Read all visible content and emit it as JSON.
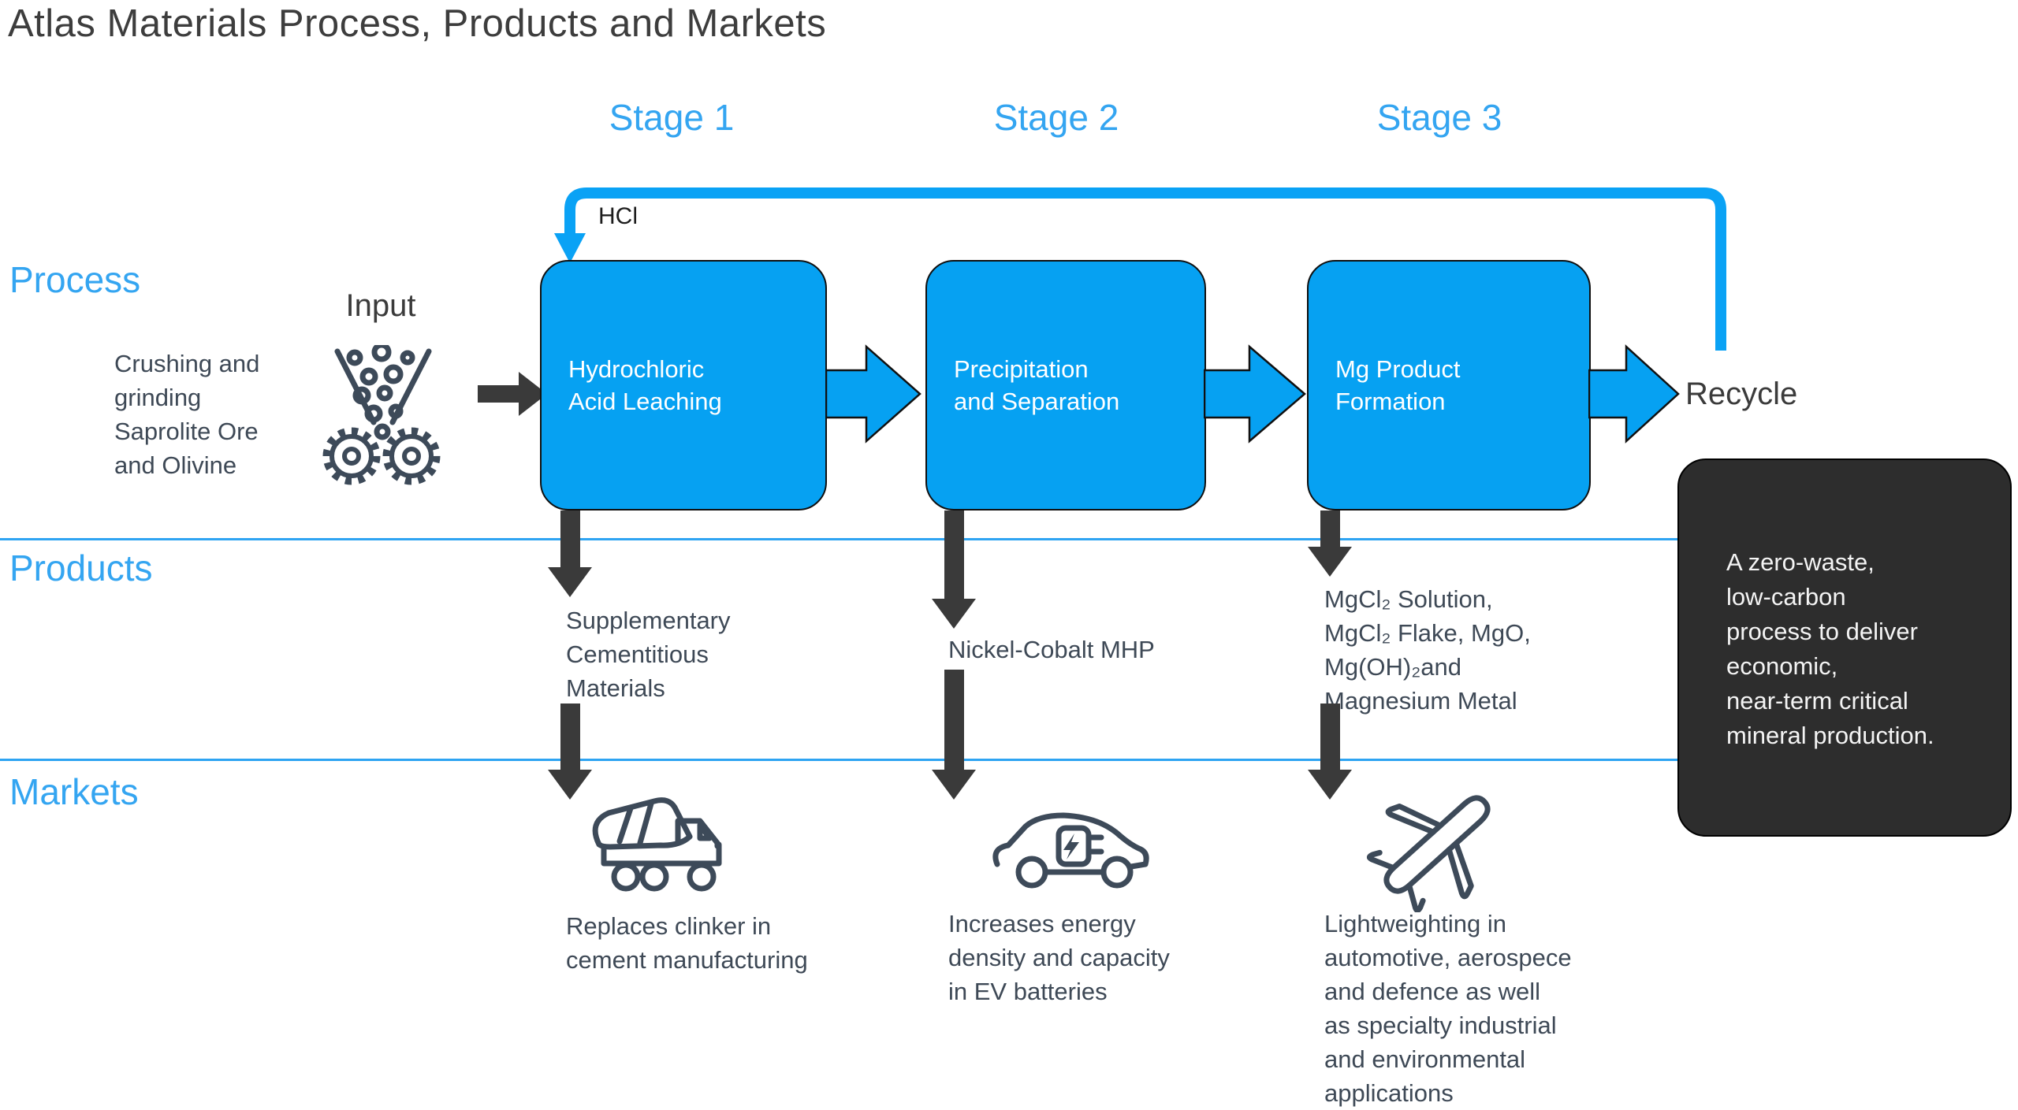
{
  "title": "Atlas Materials Process, Products and Markets",
  "stage_labels": [
    "Stage 1",
    "Stage 2",
    "Stage 3"
  ],
  "row_labels": {
    "process": "Process",
    "products": "Products",
    "markets": "Markets"
  },
  "recycle_loop": {
    "hcl_label": "HCl",
    "recycle_label": "Recycle"
  },
  "input": {
    "label": "Input",
    "icon": "crusher-gears-icon",
    "lines": [
      "Crushing and",
      "grinding",
      "Saprolite Ore",
      "and Olivine"
    ]
  },
  "process_boxes": [
    {
      "lines": [
        "Hydrochloric",
        "Acid Leaching"
      ]
    },
    {
      "lines": [
        "Precipitation",
        "and Separation"
      ]
    },
    {
      "lines": [
        "Mg Product",
        "Formation"
      ]
    }
  ],
  "products": [
    {
      "lines": [
        "Supplementary",
        "Cementitious",
        "Materials"
      ]
    },
    {
      "lines": [
        "Nickel-Cobalt MHP"
      ]
    },
    {
      "lines": [
        "MgCl₂ Solution,",
        "MgCl₂ Flake, MgO,",
        "Mg(OH)₂and",
        "Magnesium Metal"
      ]
    }
  ],
  "markets": [
    {
      "icon": "cement-truck-icon",
      "lines": [
        "Replaces clinker in",
        "cement manufacturing"
      ]
    },
    {
      "icon": "ev-car-icon",
      "lines": [
        "Increases energy",
        "density and capacity",
        "in EV batteries"
      ]
    },
    {
      "icon": "airplane-icon",
      "lines": [
        "Lightweighting in",
        "automotive, aerospece",
        "and defence as well",
        "as specialty industrial",
        "and environmental",
        "applications"
      ]
    }
  ],
  "panel": {
    "lines": [
      "A zero-waste,",
      "low-carbon",
      "process to deliver",
      "economic,",
      "near-term critical",
      "mineral production."
    ]
  },
  "colors": {
    "box_blue": "#06a1f2",
    "label_blue": "#34a5f1",
    "divider_blue": "#2ea4f2",
    "pipe_blue": "#0aa2f5",
    "arrow_charcoal": "#3a3a3a",
    "icon_slate": "#3d4a59",
    "body_text": "#3e4956",
    "title_text": "#3d3d3d",
    "panel_bg": "#2d2d2d",
    "box_text": "#ffffff"
  }
}
